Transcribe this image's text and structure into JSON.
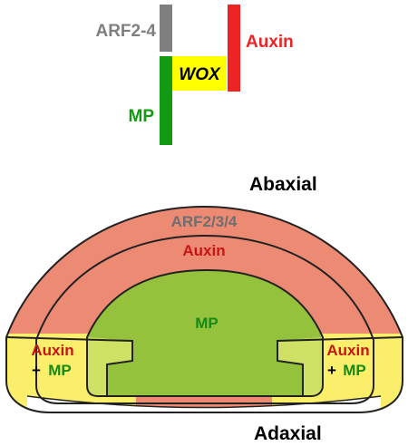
{
  "regulation": {
    "arf_label": "ARF2-4",
    "auxin_label": "Auxin",
    "wox_label": "WOX",
    "mp_label": "MP"
  },
  "section": {
    "abaxial_label": "Abaxial",
    "adaxial_label": "Adaxial",
    "outer_layer_label": "ARF2/3/4",
    "middle_layer_label": "Auxin",
    "center_label": "MP",
    "left_margin": {
      "auxin_label": "Auxin",
      "plus": "+",
      "mp_label": "MP"
    },
    "right_margin": {
      "auxin_label": "Auxin",
      "plus": "+",
      "mp_label": "MP"
    }
  },
  "colors": {
    "arf_gray": "#7f7f7f",
    "auxin_red": "#ee2424",
    "wox_yellow": "#ffff00",
    "mp_green": "#129a12",
    "outer_salmon": "#ec8a73",
    "center_green": "#95c23c",
    "margin_yellow": "#fbee6a",
    "overlap_green": "#cfe064",
    "auxin_text": "#c81414",
    "mp_text": "#168a16"
  }
}
